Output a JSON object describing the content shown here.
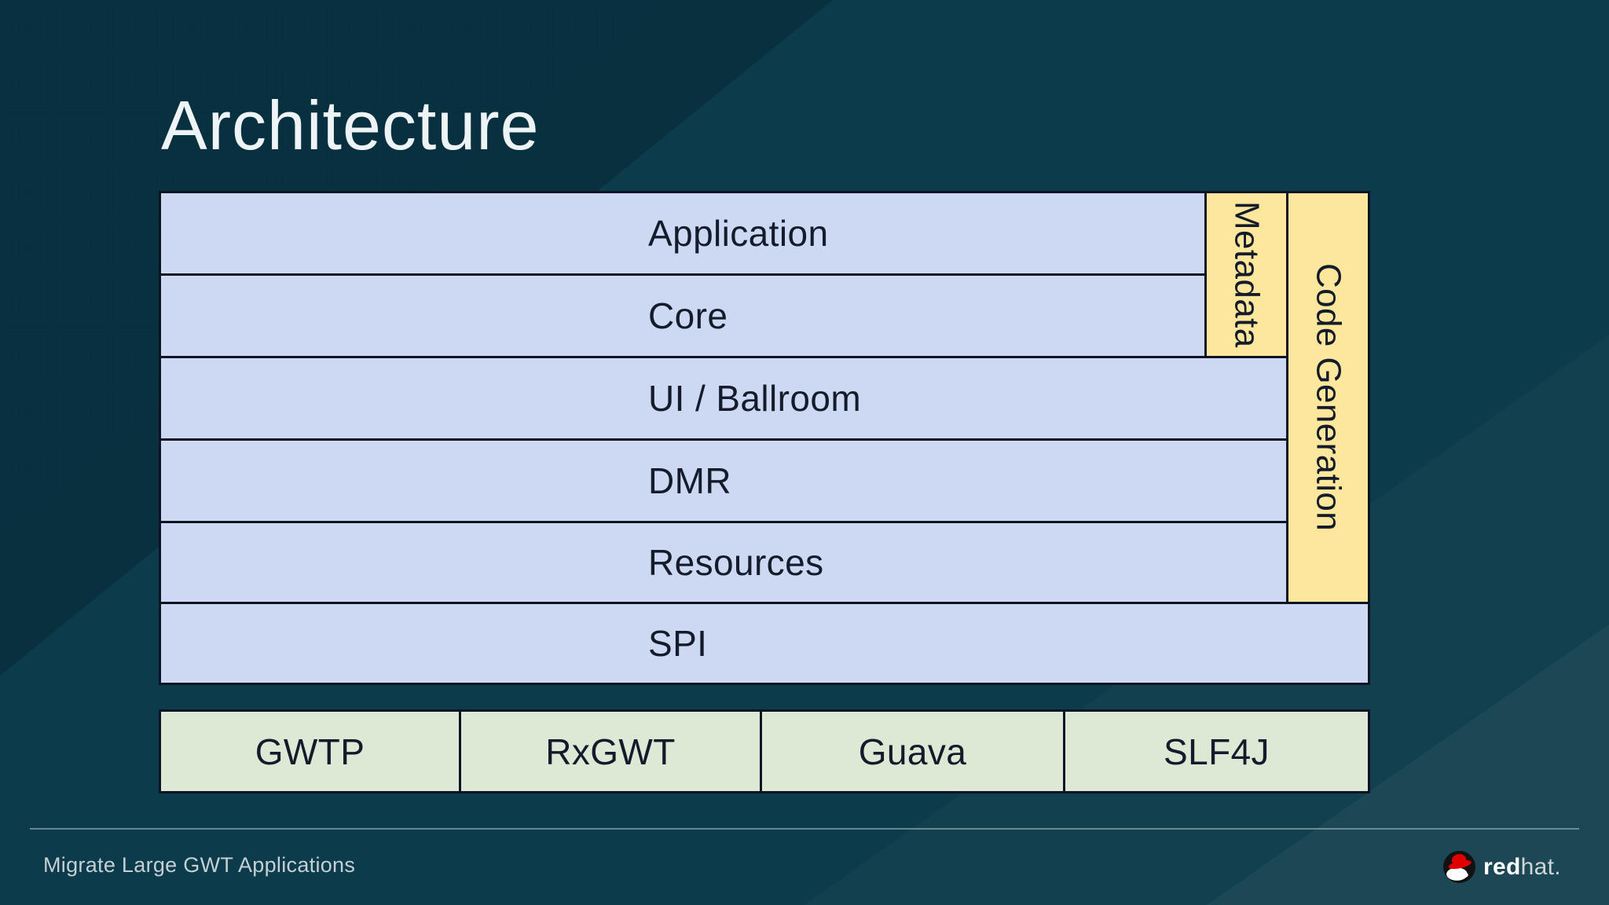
{
  "slide": {
    "title": "Architecture",
    "footer": "Migrate Large GWT Applications"
  },
  "diagram": {
    "layers": [
      {
        "label": "Application"
      },
      {
        "label": "Core"
      },
      {
        "label": "UI / Ballroom"
      },
      {
        "label": "DMR"
      },
      {
        "label": "Resources"
      },
      {
        "label": "SPI"
      }
    ],
    "side_columns": [
      {
        "label": "Metadata"
      },
      {
        "label": "Code Generation"
      }
    ],
    "libraries": [
      {
        "label": "GWTP"
      },
      {
        "label": "RxGWT"
      },
      {
        "label": "Guava"
      },
      {
        "label": "SLF4J"
      }
    ]
  },
  "branding": {
    "logo_bold": "red",
    "logo_light": "hat",
    "logo_period": "."
  },
  "colors": {
    "background": "#0c3b4b",
    "layer_fill": "#cdd9f3",
    "side_fill": "#fde79c",
    "library_fill": "#dde9d4",
    "box_border": "#0d1424",
    "box_text": "#141b2b",
    "title_text": "#eef3f5",
    "footer_text": "#c4d0d4",
    "logo_red": "#e00000"
  }
}
